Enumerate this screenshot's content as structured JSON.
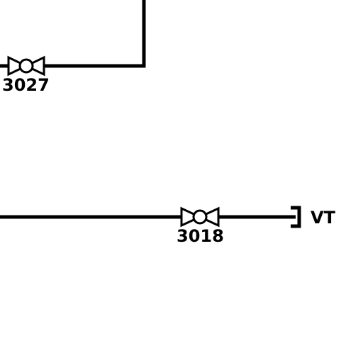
{
  "diagram": {
    "type": "piping-and-instrumentation",
    "colors": {
      "line": "#000000",
      "background": "#ffffff"
    },
    "valves": [
      {
        "id": "valve-3027",
        "tag": "3027",
        "icon": "ball-valve-icon"
      },
      {
        "id": "valve-3018",
        "tag": "3018",
        "icon": "ball-valve-icon"
      }
    ],
    "endpoints": [
      {
        "id": "vent-terminal",
        "label": "VT",
        "icon": "line-end-bracket-icon"
      }
    ]
  }
}
